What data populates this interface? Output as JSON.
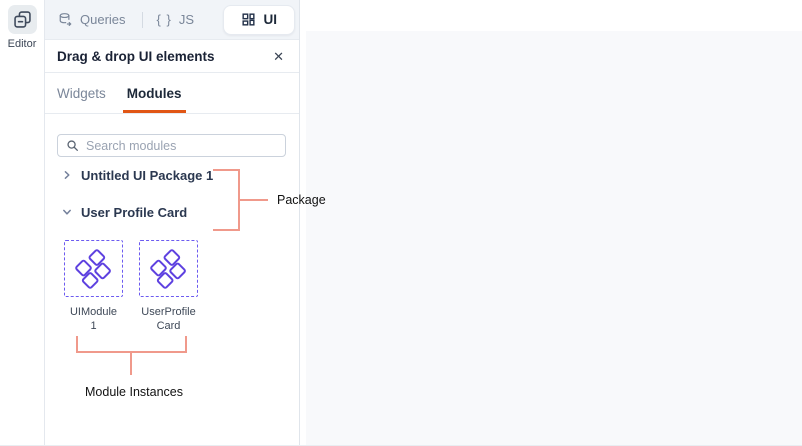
{
  "sidebar": {
    "editor_label": "Editor"
  },
  "topbar": {
    "queries_label": "Queries",
    "js_icon_glyph": "{ }",
    "js_label": "JS",
    "ui_label": "UI"
  },
  "panel": {
    "title": "Drag & drop UI elements",
    "close_glyph": "✕",
    "tabs": {
      "widgets": "Widgets",
      "modules": "Modules"
    },
    "search": {
      "placeholder": "Search modules"
    },
    "packages": [
      {
        "label": "Untitled UI Package 1",
        "state": "collapsed"
      },
      {
        "label": "User Profile Card",
        "state": "expanded"
      }
    ],
    "module_instances": [
      {
        "name": "UIModule 1"
      },
      {
        "name": "UserProfileCard"
      }
    ]
  },
  "annotations": {
    "package_label": "Package",
    "module_instances_label": "Module Instances"
  },
  "colors": {
    "active_tab_underline": "#E15615",
    "module_purple": "#5E41E0",
    "module_border_purple": "#6C5BF0",
    "annotation_salmon": "#F0998B"
  },
  "icons": {
    "editor": "pages-icon",
    "queries": "database-icon",
    "js": "braces-icon",
    "ui": "grid-icon",
    "close": "x-icon",
    "search": "magnifier-icon",
    "package_collapsed": "chevron-right-icon",
    "package_expanded": "chevron-down-icon",
    "module": "diamonds-icon"
  }
}
